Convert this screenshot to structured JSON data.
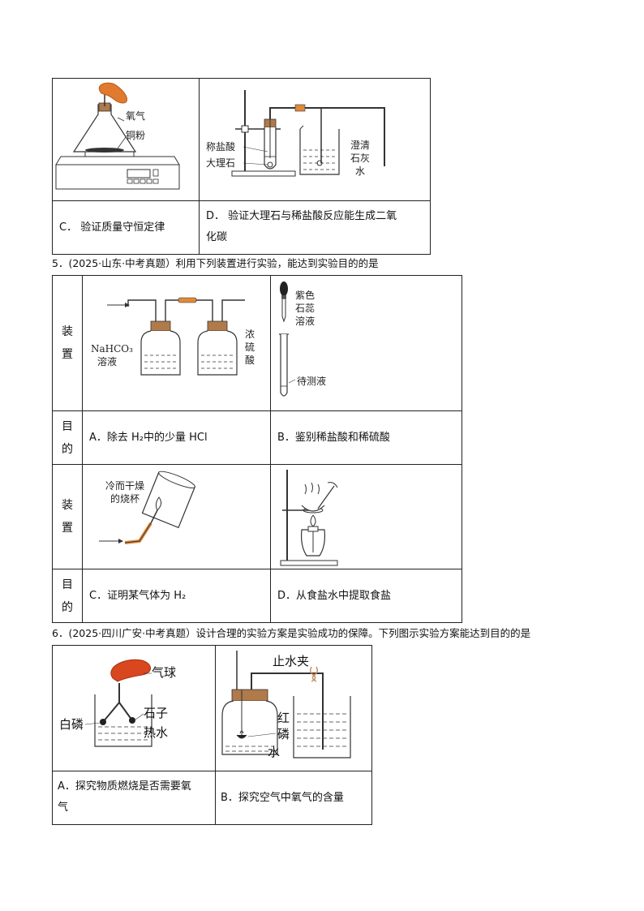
{
  "q4": {
    "option_c": "C．  验证质量守恒定律",
    "option_d_line1": "D．  验证大理石与稀盐酸反应能生成二氧",
    "option_d_line2": "化碳",
    "fig_c": {
      "label_oxygen": "氧气",
      "label_copper": "铜粉"
    },
    "fig_d": {
      "label_acid": "称盐酸",
      "label_marble": "大理石",
      "label_lime1": "澄清",
      "label_lime2": "石灰",
      "label_lime3": "水"
    }
  },
  "q5": {
    "stem": "5．(2025·山东·中考真题）利用下列装置进行实验，能达到实验目的的是",
    "row_device": "装置",
    "row_purpose": "目的",
    "fig_a": {
      "label_solution1": "NaHCO₃",
      "label_solution2": "溶液",
      "label_acid1": "浓",
      "label_acid2": "硫",
      "label_acid3": "酸"
    },
    "fig_b": {
      "label_litmus1": "紫色",
      "label_litmus2": "石蕊",
      "label_litmus3": "溶液",
      "label_sample": "待测液"
    },
    "fig_c": {
      "label_beaker1": "冷而干燥",
      "label_beaker2": "的烧杯"
    },
    "option_a": "A．除去 H₂中的少量 HCl",
    "option_b": "B．鉴别稀盐酸和稀硫酸",
    "option_c": "C．证明某气体为 H₂",
    "option_d": "D．从食盐水中提取食盐"
  },
  "q6": {
    "stem": "6．(2025·四川广安·中考真题）设计合理的实验方案是实验成功的保障。下列图示实验方案能达到目的的是",
    "fig_a": {
      "label_balloon": "气球",
      "label_white_p": "白磷",
      "label_stone": "石子",
      "label_hot_water": "热水"
    },
    "fig_b": {
      "label_clamp": "止水夹",
      "label_red1": "红",
      "label_red2": "磷",
      "label_water": "水"
    },
    "option_a_line1": "A．探究物质燃烧是否需要氧",
    "option_a_line2": "气",
    "option_b": "B．探究空气中氧气的含量"
  }
}
